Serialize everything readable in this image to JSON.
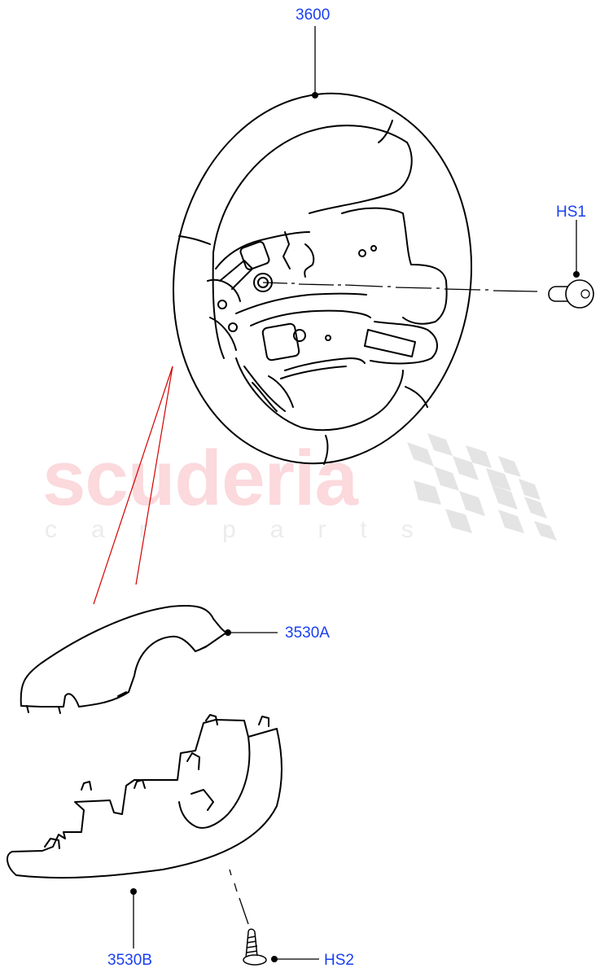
{
  "watermark": {
    "brand": "scuderia",
    "tagline": "car parts",
    "brand_color": "#fbd9dc",
    "tagline_color": "#ececec",
    "flag_color": "#e4e4e4"
  },
  "diagram": {
    "subject": "Steering wheel and column shroud assembly",
    "callout_color": "#1a3ff0",
    "leader_color": "#000000",
    "reference_line_color": "#d40000",
    "parts": [
      {
        "id": "3600",
        "label": "3600",
        "description": "Steering wheel"
      },
      {
        "id": "HS1",
        "label": "HS1",
        "description": "Steering wheel retaining bolt"
      },
      {
        "id": "3530A",
        "label": "3530A",
        "description": "Upper steering column shroud"
      },
      {
        "id": "3530B",
        "label": "3530B",
        "description": "Lower steering column shroud"
      },
      {
        "id": "HS2",
        "label": "HS2",
        "description": "Shroud retaining screw"
      }
    ]
  }
}
